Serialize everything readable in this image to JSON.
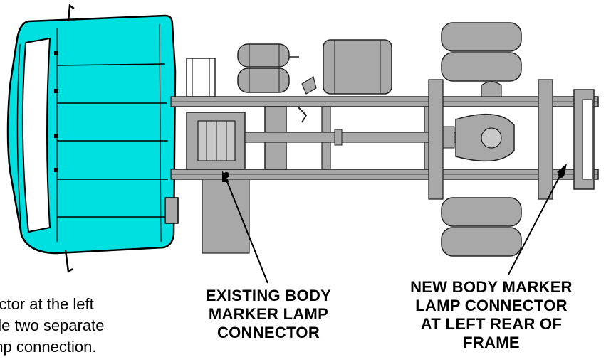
{
  "callouts": {
    "existing": {
      "lines": [
        "EXISTING BODY",
        "MARKER LAMP",
        "CONNECTOR"
      ]
    },
    "new": {
      "lines": [
        "NEW BODY MARKER",
        "LAMP CONNECTOR",
        "AT LEFT REAR OF",
        "FRAME"
      ]
    }
  },
  "note": {
    "lines": [
      "nector at the left",
      "vide two separate",
      "amp connection."
    ]
  },
  "colors": {
    "cab_fill": "#00e0e0",
    "cab_outline": "#000000",
    "chassis_fill": "#a8a8a8",
    "chassis_outline": "#222222",
    "background": "#ffffff"
  }
}
